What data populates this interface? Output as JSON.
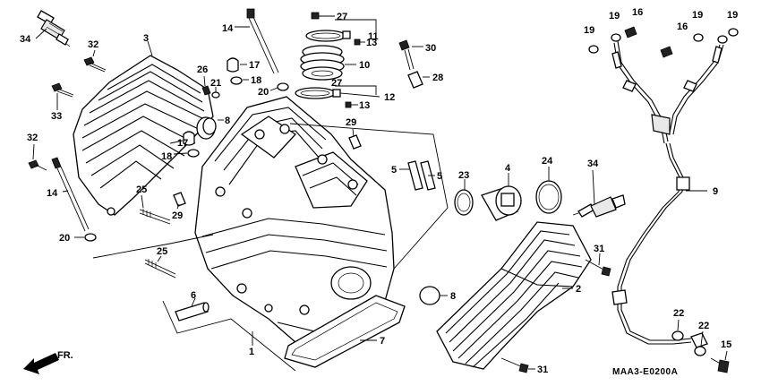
{
  "diagram": {
    "code": "MAA3-E0200A",
    "direction_label": "FR.",
    "callouts": [
      "34",
      "32",
      "3",
      "33",
      "32",
      "14",
      "26",
      "21",
      "17",
      "18",
      "20",
      "8",
      "17",
      "18",
      "25",
      "29",
      "20",
      "25",
      "6",
      "1",
      "7",
      "14",
      "27",
      "11",
      "13",
      "10",
      "27",
      "12",
      "13",
      "30",
      "28",
      "29",
      "5",
      "5",
      "23",
      "4",
      "24",
      "34",
      "9",
      "31",
      "2",
      "8",
      "31",
      "19",
      "19",
      "16",
      "19",
      "16",
      "19",
      "22",
      "22",
      "15"
    ]
  }
}
